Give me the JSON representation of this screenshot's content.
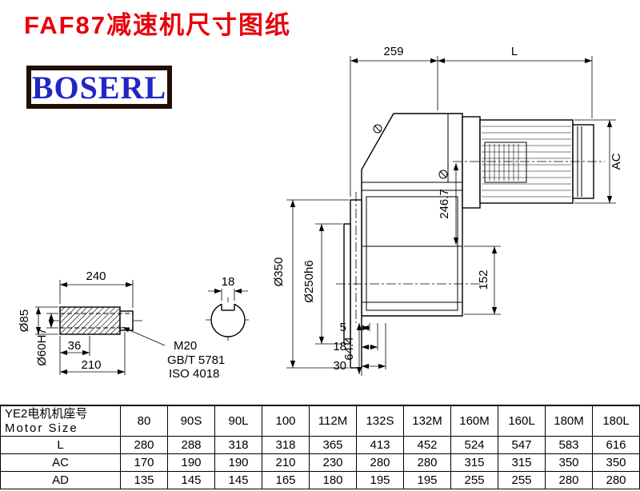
{
  "colors": {
    "title-color": "#e8000b",
    "logo-color": "#2126c4",
    "logo-border": "#200e02"
  },
  "header": {
    "title": "FAF87减速机尺寸图纸",
    "logo": "BOSERL"
  },
  "drawing": {
    "dim_259": "259",
    "dim_l": "L",
    "dim_ac": "AC",
    "dim_d350": "Ø350",
    "dim_d250": "Ø250h6",
    "dim_246_7": "246.7",
    "dim_152": "152",
    "dim_5": "5",
    "dim_18_offset": "18",
    "dim_30": "30",
    "dim_64_4": "64.4",
    "dim_240": "240",
    "dim_d85": "Ø85",
    "dim_d60": "Ø60H7",
    "dim_36": "36",
    "dim_210": "210",
    "note_thread": "M20",
    "note_standard_gb": "GB/T 5781",
    "note_standard_iso": "ISO 4018",
    "dim_18_key": "18"
  },
  "table": {
    "header": {
      "cn": "YE2电机机座号",
      "en": "Motor Size"
    },
    "columns": [
      "80",
      "90S",
      "90L",
      "100",
      "112M",
      "132S",
      "132M",
      "160M",
      "160L",
      "180M",
      "180L"
    ],
    "rows": [
      {
        "label": "L",
        "values": [
          "280",
          "288",
          "318",
          "318",
          "365",
          "413",
          "452",
          "524",
          "547",
          "583",
          "616"
        ]
      },
      {
        "label": "AC",
        "values": [
          "170",
          "190",
          "190",
          "210",
          "230",
          "280",
          "280",
          "315",
          "315",
          "350",
          "350"
        ]
      },
      {
        "label": "AD",
        "values": [
          "135",
          "145",
          "145",
          "165",
          "180",
          "195",
          "195",
          "255",
          "255",
          "280",
          "280"
        ]
      }
    ]
  }
}
